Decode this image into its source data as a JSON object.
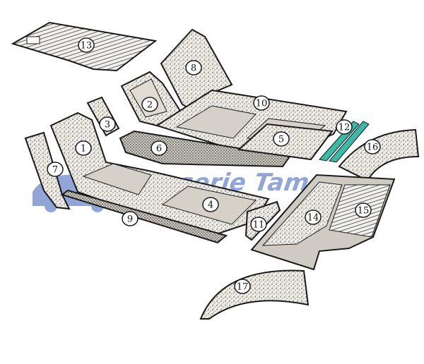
{
  "colors": {
    "ink": "#1a1a1a",
    "paper": "#ffffff",
    "mat_fill": "#e9e6e0",
    "mat_dark": "#5a5550",
    "highlight": "#3bb8a6",
    "watermark": "#3a5db8"
  },
  "callouts": [
    {
      "label": "1"
    },
    {
      "label": "2"
    },
    {
      "label": "3"
    },
    {
      "label": "4"
    },
    {
      "label": "5"
    },
    {
      "label": "6"
    },
    {
      "label": "7"
    },
    {
      "label": "8"
    },
    {
      "label": "9"
    },
    {
      "label": "10"
    },
    {
      "label": "11"
    },
    {
      "label": "12"
    },
    {
      "label": "13"
    },
    {
      "label": "14"
    },
    {
      "label": "15"
    },
    {
      "label": "16"
    },
    {
      "label": "17"
    }
  ],
  "watermark": {
    "brand": "Karosserie Tamann",
    "logo_icon": "car-logo-icon"
  }
}
